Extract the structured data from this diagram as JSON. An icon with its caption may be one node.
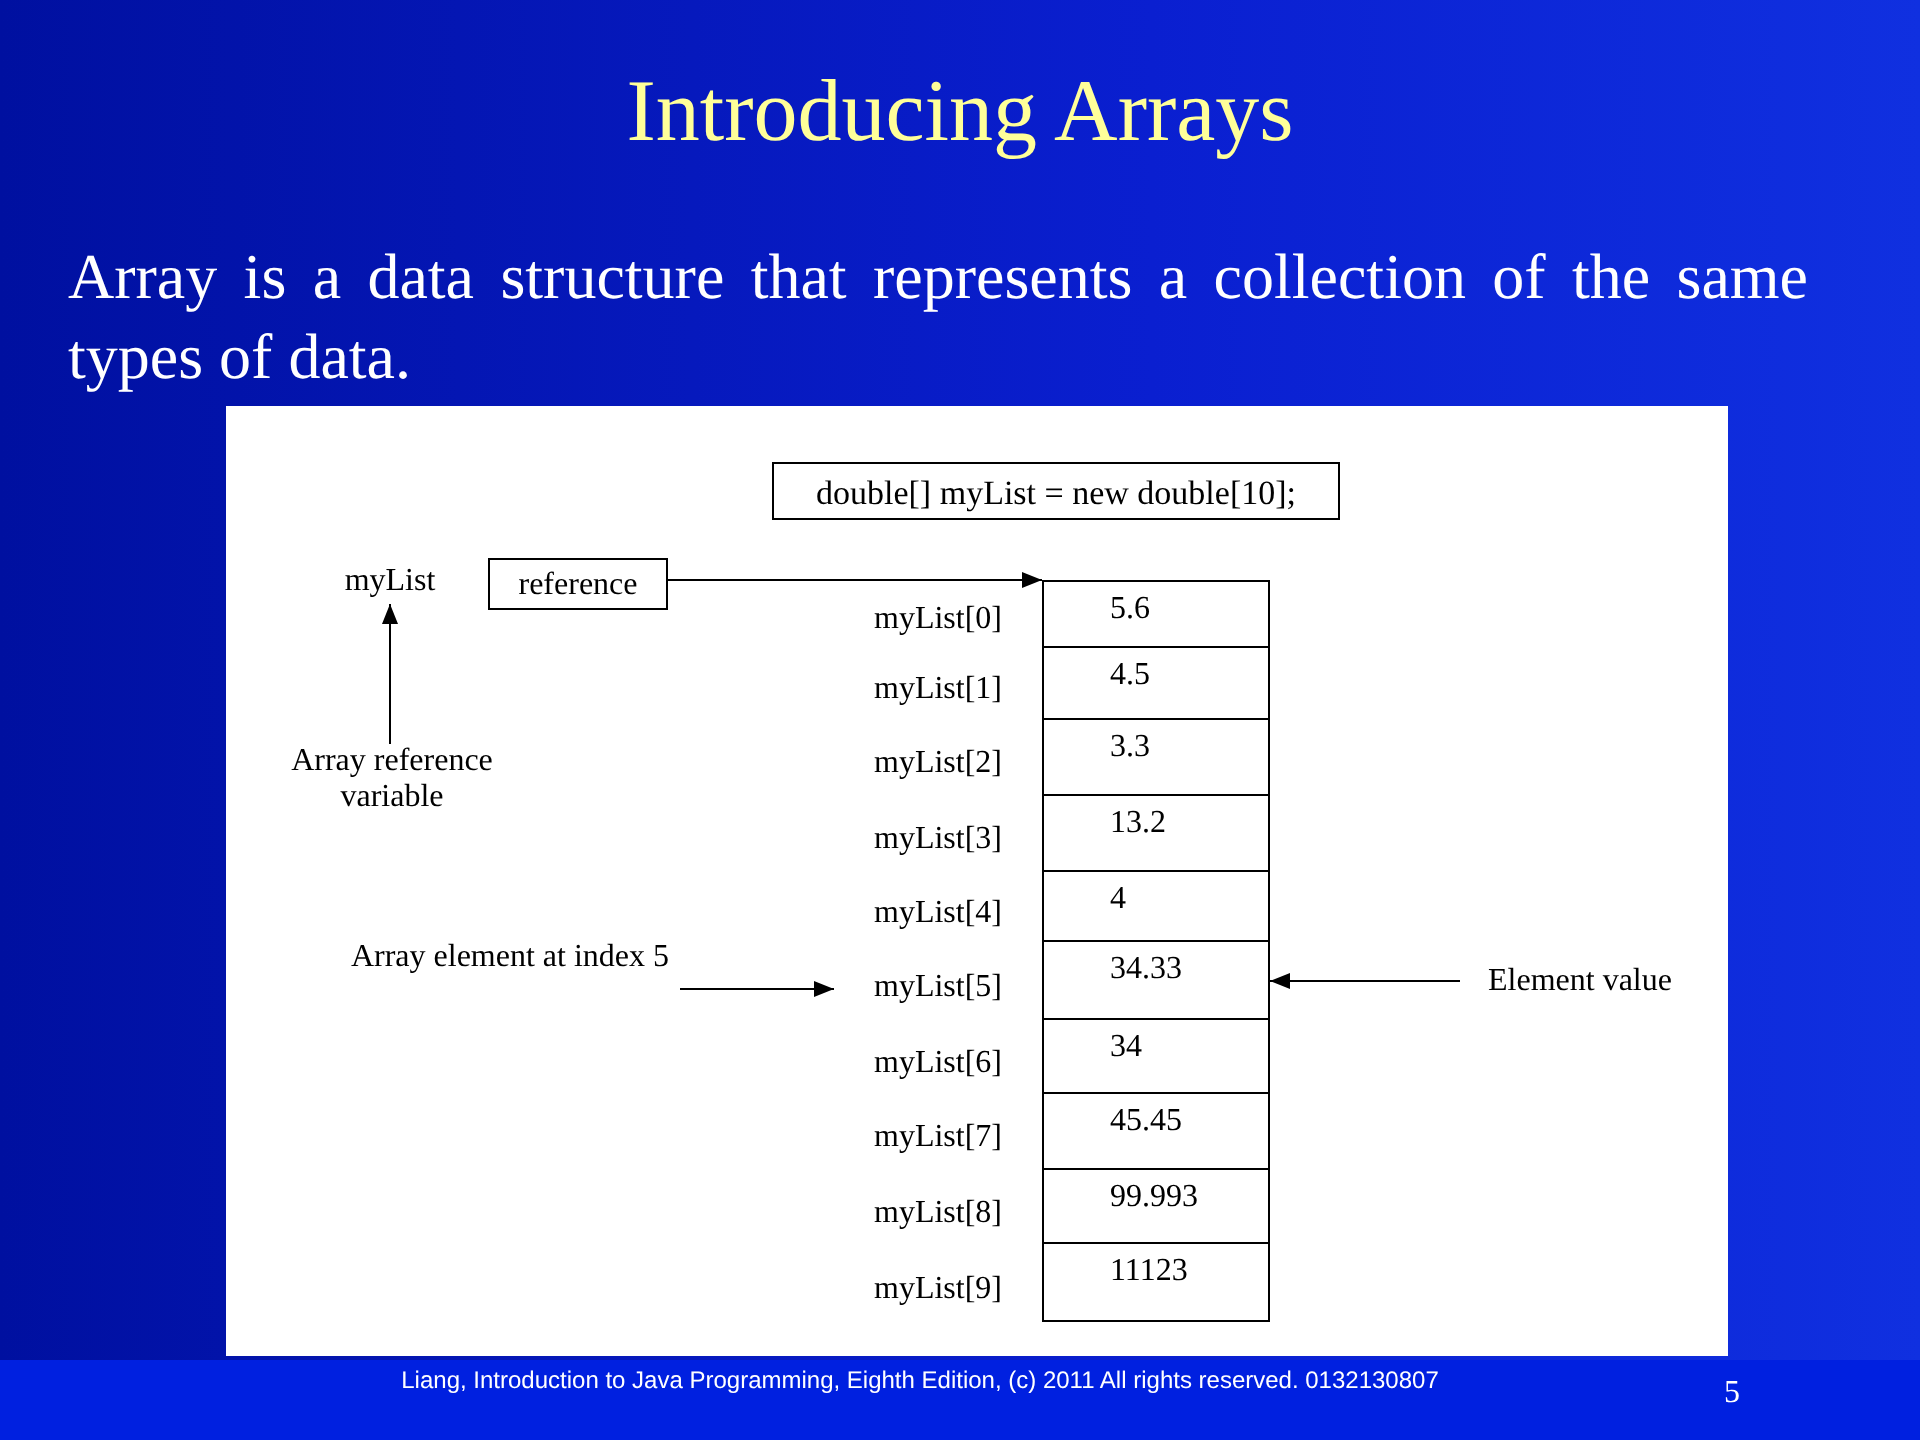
{
  "diagram": {
    "title": "Introducing Arrays",
    "nodes": [
      {
        "text": [
          "double[] myList = new double[10];"
        ]
      },
      {
        "text": [
          "myList"
        ]
      },
      {
        "text": [
          "reference"
        ]
      },
      {
        "text": [
          "Array reference variable"
        ]
      },
      {
        "text": [
          "myList[0]"
        ]
      },
      {
        "text": [
          "5.6"
        ]
      },
      {
        "text": [
          "myList[1]"
        ]
      },
      {
        "text": [
          "4.5"
        ]
      },
      {
        "text": [
          "myList[2]"
        ]
      },
      {
        "text": [
          "3.3"
        ]
      },
      {
        "text": [
          "myList[3]"
        ]
      },
      {
        "text": [
          "13.2"
        ]
      },
      {
        "text": [
          "myList[4]"
        ]
      },
      {
        "text": [
          "4"
        ]
      },
      {
        "text": [
          "myList[5]"
        ]
      },
      {
        "text": [
          "34.33"
        ]
      },
      {
        "text": [
          "myList[6]"
        ]
      },
      {
        "text": [
          "34"
        ]
      },
      {
        "text": [
          "myList[7]"
        ]
      },
      {
        "text": [
          "45.45"
        ]
      },
      {
        "text": [
          "myList[8]"
        ]
      },
      {
        "text": [
          "99.993"
        ]
      },
      {
        "text": [
          "myList[9]"
        ]
      },
      {
        "text": [
          "11123"
        ]
      },
      {
        "text": [
          "Array element at index 5"
        ]
      },
      {
        "text": [
          "Element value"
        ]
      }
    ],
    "edges": [
      {
        "from": 2,
        "to": 5,
        "arrow": "to"
      },
      {
        "from": 3,
        "to": 1,
        "arrow": "to"
      },
      {
        "from": 24,
        "to": 14,
        "arrow": "to"
      },
      {
        "from": 25,
        "to": 15,
        "arrow": "to"
      }
    ],
    "labels": [
      "Array is a data structure that represents a collection of the same types of data.",
      "Liang, Introduction to Java Programming, Eighth Edition, (c) 2011 All rights reserved. 0132130807",
      "5"
    ]
  }
}
